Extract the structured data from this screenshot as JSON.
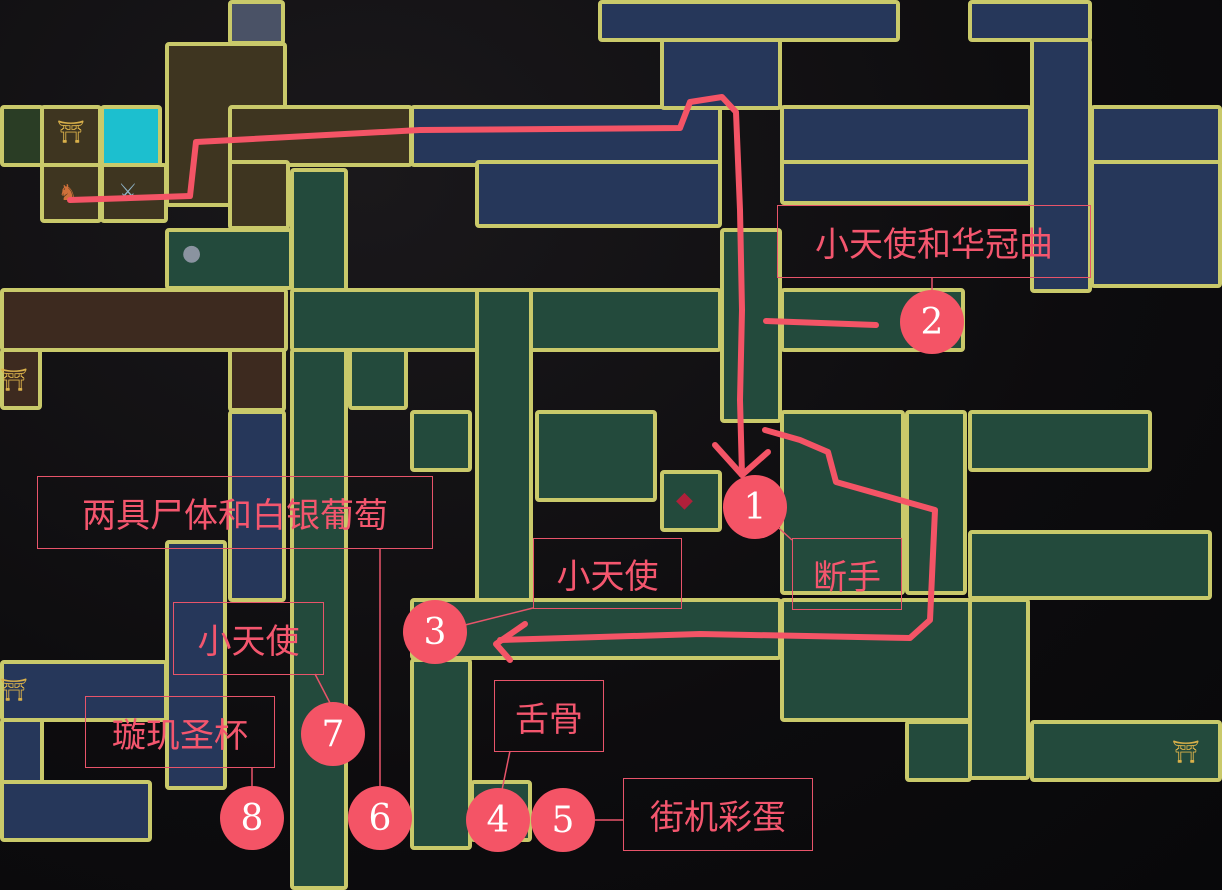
{
  "map": {
    "annotation_color": "#f45466",
    "markers": [
      {
        "number": "1",
        "label": "断手"
      },
      {
        "number": "2",
        "label": "小天使和华冠曲"
      },
      {
        "number": "3",
        "label": "小天使"
      },
      {
        "number": "4",
        "label": "舌骨"
      },
      {
        "number": "5",
        "label": "街机彩蛋"
      },
      {
        "number": "6",
        "label": "两具尸体和白银葡萄"
      },
      {
        "number": "7",
        "label": "小天使"
      },
      {
        "number": "8",
        "label": "璇玑圣杯"
      }
    ],
    "icons": [
      "prie-dieu-shrine-icon",
      "player-position-icon",
      "sword-item-icon",
      "rock-item-icon",
      "heart-relic-icon"
    ]
  }
}
